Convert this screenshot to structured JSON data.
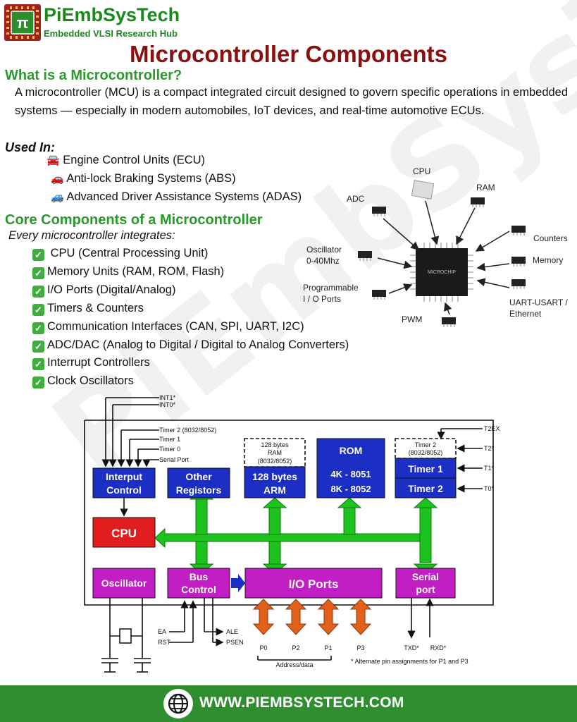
{
  "header": {
    "brand": "PiEmbSysTech",
    "tagline": "Embedded VLSI Research Hub",
    "title": "Microcontroller Components",
    "logo_glyph": "π"
  },
  "intro": {
    "heading": "What is a Microcontroller?",
    "text": "A microcontroller (MCU) is a compact integrated circuit designed to govern specific operations in embedded systems — especially in modern automobiles, IoT devices, and real-time automotive ECUs."
  },
  "used_in": {
    "heading": "Used In:",
    "items": [
      {
        "icon": "car-icon",
        "glyph": "🚘",
        "text": "Engine Control Units (ECU)"
      },
      {
        "icon": "car-icon",
        "glyph": "🚗",
        "text": "Anti-lock Braking Systems (ABS)"
      },
      {
        "icon": "car-icon",
        "glyph": "🚙",
        "text": "Advanced Driver Assistance Systems (ADAS)"
      }
    ]
  },
  "core": {
    "heading": "Core Components of a Microcontroller",
    "subheading": "Every microcontroller integrates:",
    "check_glyph": "✓",
    "items": [
      " CPU (Central Processing Unit)",
      "Memory Units (RAM, ROM, Flash)",
      "I/O Ports (Digital/Analog)",
      "Timers & Counters",
      "Communication Interfaces (CAN, SPI, UART, I2C)",
      "ADC/DAC (Analog to Digital / Digital to Analog Converters)",
      "Interrupt Controllers",
      "Clock Oscillators"
    ]
  },
  "diagram1": {
    "labels": {
      "cpu": "CPU",
      "ram": "RAM",
      "adc": "ADC",
      "counters": "Counters",
      "memory": "Memory",
      "osc1": "Oscillator",
      "osc2": "0-40Mhz",
      "prog1": "Programmable",
      "prog2": "I / O Ports",
      "uart1": "UART-USART /",
      "uart2": "Ethernet",
      "pwm": "PWM",
      "chip": "MICROCHIP"
    }
  },
  "diagram2": {
    "blocks": {
      "interrupt1": "Interput",
      "interrupt2": "Control",
      "other1": "Other",
      "other2": "Registors",
      "ram1": "128 bytes",
      "ram2": "ARM",
      "rom": "ROM",
      "rom1": "4K - 8051",
      "rom2": "8K - 8052",
      "timer1": "Timer 1",
      "timer2": "Timer 2",
      "cpu": "CPU",
      "osc": "Oscillator",
      "bus1": "Bus",
      "bus2": "Control",
      "io": "I/O Ports",
      "serial1": "Serial",
      "serial2": "port"
    },
    "small": {
      "int1": "INT1*",
      "int0": "INT0*",
      "t2_8032": "Timer 2 (8032/8052)",
      "timer1": "Timer 1",
      "timer0": "Timer 0",
      "serialport": "Serial Port",
      "ram_a": "128 bytes",
      "ram_b": "RAM",
      "ram_c": "(8032/8052)",
      "tm2_a": "Timer 2",
      "tm2_b": "(8032/8052)",
      "t2ex": "T2EX*",
      "t2": "T2*",
      "t1": "T1*",
      "t0": "T0*",
      "ea": "EA",
      "rst": "RST",
      "ale": "ALE",
      "psen": "PSEN",
      "p0": "P0",
      "p2": "P2",
      "p1": "P1",
      "p3": "P3",
      "addr": "Address/data",
      "txd": "TXD*",
      "rxd": "RXD*",
      "note": "* Alternate pin assignments for P1 and P3"
    }
  },
  "footer": {
    "url": "WWW.PIEMBSYSTECH.COM"
  },
  "colors": {
    "brand_green": "#1b8a1b",
    "title_red": "#8b1010",
    "block_blue": "#1c2fc4",
    "block_magenta": "#c21ec6",
    "cpu_red": "#e11d1d",
    "bus_green": "#1ec21e",
    "port_orange": "#e2601a",
    "footer_green": "#2f8f2f"
  }
}
